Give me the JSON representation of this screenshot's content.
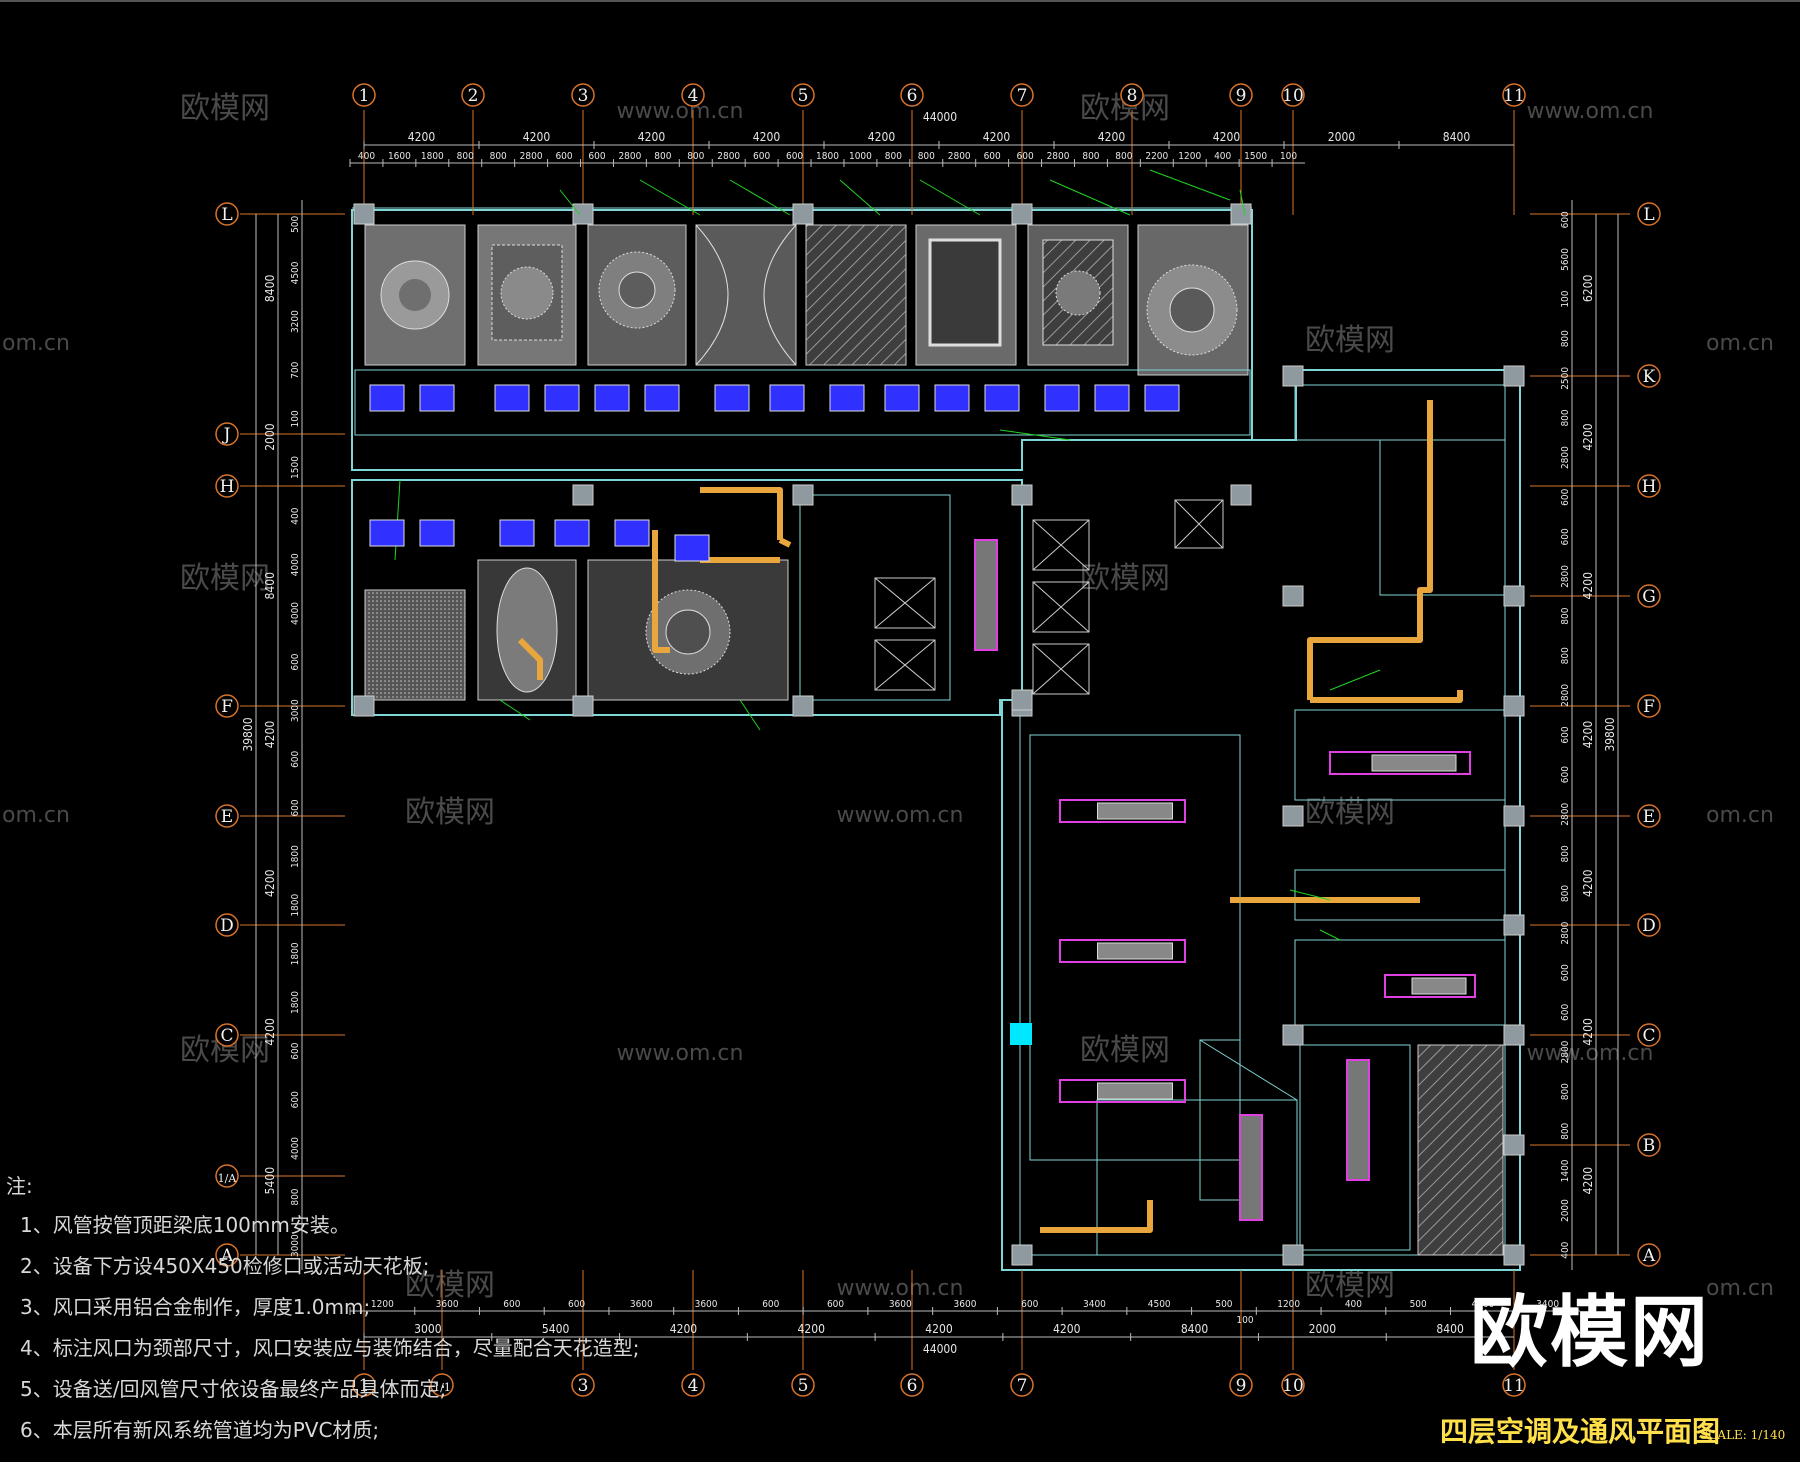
{
  "drawing": {
    "title": "四层空调及通风平面图",
    "scale": "SCALE: 1/140",
    "brand_mark": "欧模网",
    "watermarks": [
      "欧模网",
      "www.om.cn",
      "om.cn"
    ]
  },
  "grid": {
    "columns_top": [
      "1",
      "2",
      "3",
      "4",
      "5",
      "6",
      "7",
      "8",
      "9",
      "10",
      "11"
    ],
    "columns_bottom": [
      "1",
      "1/1",
      "3",
      "4",
      "5",
      "6",
      "7",
      "9",
      "10",
      "11"
    ],
    "rows_left": [
      "L",
      "J",
      "H",
      "F",
      "E",
      "D",
      "C",
      "1/A",
      "A"
    ],
    "rows_right": [
      "L",
      "K",
      "H",
      "G",
      "F",
      "E",
      "D",
      "C",
      "B",
      "A"
    ]
  },
  "dimensions": {
    "top_overall": "44000",
    "top_bays": [
      "4200",
      "4200",
      "4200",
      "4200",
      "4200",
      "4200",
      "4200",
      "4200",
      "2000",
      "8400"
    ],
    "top_detail": [
      "400",
      "1600",
      "1800",
      "800",
      "800",
      "2800",
      "600",
      "600",
      "2800",
      "800",
      "800",
      "2800",
      "600",
      "600",
      "1800",
      "1000",
      "800",
      "800",
      "2800",
      "600",
      "600",
      "2800",
      "800",
      "800",
      "2200",
      "1200",
      "400",
      "1500",
      "100"
    ],
    "bottom_overall": "44000",
    "bottom_bays": [
      "3000",
      "5400",
      "4200",
      "4200",
      "4200",
      "4200",
      "8400",
      "2000",
      "8400"
    ],
    "bottom_detail": [
      "1200",
      "3600",
      "600",
      "600",
      "3600",
      "3600",
      "600",
      "600",
      "3600",
      "3600",
      "600",
      "3400",
      "4500",
      "500",
      "1200",
      "400",
      "500",
      "4500",
      "3400"
    ],
    "bottom_mid": "100",
    "left_overall": "39800",
    "left_bays": [
      "8400",
      "2000",
      "8400",
      "4200",
      "4200",
      "4200",
      "5400"
    ],
    "left_detail": [
      "500",
      "4500",
      "3200",
      "700",
      "100",
      "1500",
      "400",
      "4000",
      "4000",
      "600",
      "3000",
      "600",
      "600",
      "1800",
      "1800",
      "1800",
      "1800",
      "600",
      "600",
      "4000",
      "800",
      "3000"
    ],
    "right_overall": "39800",
    "right_bays": [
      "6200",
      "4200",
      "4200",
      "4200",
      "4200",
      "4200",
      "4200"
    ],
    "right_detail": [
      "600",
      "5600",
      "100",
      "800",
      "2500",
      "800",
      "2800",
      "600",
      "600",
      "2800",
      "800",
      "800",
      "2800",
      "600",
      "600",
      "2800",
      "800",
      "800",
      "2800",
      "600",
      "600",
      "2800",
      "800",
      "800",
      "1400",
      "2000",
      "400"
    ]
  },
  "notes": {
    "heading": "注:",
    "items": [
      "1、风管按管顶距梁底100mm安装。",
      "2、设备下方设450X450检修口或活动天花板;",
      "3、风口采用铝合金制作，厚度1.0mm;",
      "4、标注风口为颈部尺寸，风口安装应与装饰结合，尽量配合天花造型;",
      "5、设备送/回风管尺寸依设备最终产品具体而定;",
      "6、本层所有新风系统管道均为PVC材质;"
    ]
  },
  "colors": {
    "background": "#000000",
    "grid_line": "#d9732a",
    "wall": "#7fd6d6",
    "column": "#8f9aa0",
    "duct_supply": "#e8a63c",
    "annotation": "#1fd41f",
    "equipment": "#3030ff",
    "equipment_alt": "#e040e0",
    "dimension_text": "#e6e6e6",
    "title": "#ffe04a",
    "watermark": "#4a4a4a",
    "highlight_cyan": "#00e8ff"
  }
}
